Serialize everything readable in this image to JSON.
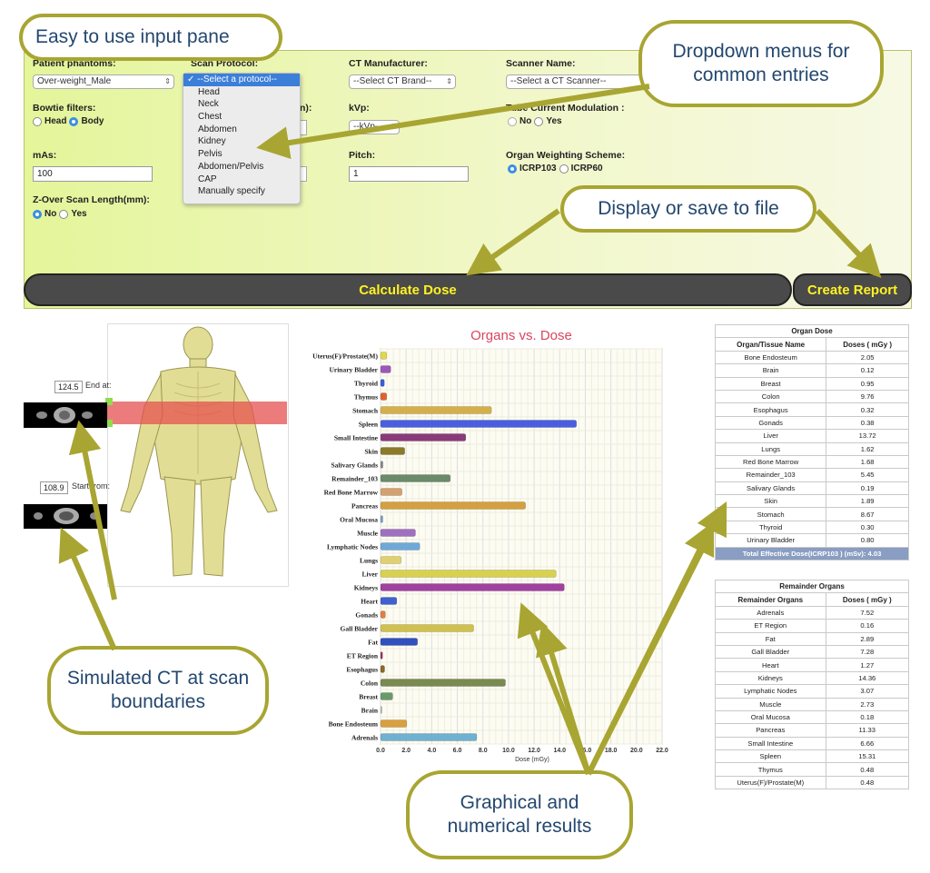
{
  "callouts": {
    "input_pane": "Easy to use input pane",
    "dropdowns": "Dropdown menus for common entries",
    "display_save": "Display or save to file",
    "simulated_ct": "Simulated CT at scan boundaries",
    "results": "Graphical and numerical results"
  },
  "form": {
    "patient_phantoms_label": "Patient phantoms:",
    "patient_phantoms_value": "Over-weight_Male",
    "scan_protocol_label": "Scan Protocol:",
    "protocol_options": [
      "--Select a protocol--",
      "Head",
      "Neck",
      "Chest",
      "Abdomen",
      "Kidney",
      "Pelvis",
      "Abdomen/Pelvis",
      "CAP",
      "Manually specify"
    ],
    "ct_manufacturer_label": "CT Manufacturer:",
    "ct_manufacturer_value": "--Select CT Brand--",
    "scanner_name_label": "Scanner Name:",
    "scanner_name_value": "--Select a CT Scanner--",
    "bowtie_label": "Bowtie filters:",
    "bowtie_head": "Head",
    "bowtie_body": "Body",
    "hidden_label_suffix": "n):",
    "kvp_label": "kVp:",
    "kvp_value": "--kVp--",
    "tcm_label": "Tube Current Modulation :",
    "tcm_no": "No",
    "tcm_yes": "Yes",
    "mas_label": "mAs:",
    "mas_value": "100",
    "pitch_label": "Pitch:",
    "pitch_value": "1",
    "weighting_label": "Organ Weighting Scheme:",
    "weighting_icrp103": "ICRP103",
    "weighting_icrp60": "ICRP60",
    "overscan_label": "Z-Over Scan Length(mm):",
    "overscan_no": "No",
    "overscan_yes": "Yes"
  },
  "actions": {
    "calculate": "Calculate Dose",
    "report": "Create Report"
  },
  "ct_panel": {
    "end_value": "124.5",
    "end_label": "End at:",
    "start_value": "108.9",
    "start_label": "Start from:"
  },
  "chart_data": {
    "type": "bar",
    "title": "Organs vs. Dose",
    "xlabel": "Dose (mGy)",
    "xlim": [
      0,
      22
    ],
    "x_ticks": [
      "0.0",
      "2.0",
      "4.0",
      "6.0",
      "8.0",
      "10.0",
      "12.0",
      "14.0",
      "16.0",
      "18.0",
      "20.0",
      "22.0"
    ],
    "grid": true,
    "orientation": "horizontal",
    "categories": [
      "Uterus(F)/Prostate(M)",
      "Urinary Bladder",
      "Thyroid",
      "Thymus",
      "Stomach",
      "Spleen",
      "Small Intestine",
      "Skin",
      "Salivary Glands",
      "Remainder_103",
      "Red Bone Marrow",
      "Pancreas",
      "Oral Mucosa",
      "Muscle",
      "Lymphatic Nodes",
      "Lungs",
      "Liver",
      "Kidneys",
      "Heart",
      "Gonads",
      "Gall Bladder",
      "Fat",
      "ET Region",
      "Esophagus",
      "Colon",
      "Breast",
      "Brain",
      "Bone Endosteum",
      "Adrenals"
    ],
    "values": [
      0.48,
      0.8,
      0.3,
      0.48,
      8.67,
      15.31,
      6.66,
      1.89,
      0.19,
      5.45,
      1.68,
      11.33,
      0.18,
      2.73,
      3.07,
      1.62,
      13.72,
      14.36,
      1.27,
      0.38,
      7.28,
      2.89,
      0.16,
      0.32,
      9.76,
      0.95,
      0.12,
      2.05,
      7.52
    ],
    "colors": [
      "#e0d84a",
      "#9b59b6",
      "#3b5bd6",
      "#e06030",
      "#d4b04a",
      "#4a5ee0",
      "#8a3a7a",
      "#8a7a2a",
      "#8a8a8a",
      "#6a8a6a",
      "#d4a070",
      "#d4a040",
      "#7aa0c0",
      "#a070c0",
      "#70a8d8",
      "#e0d070",
      "#d8d050",
      "#a040a0",
      "#4060d0",
      "#e08040",
      "#d0c050",
      "#3050c0",
      "#a03060",
      "#8a6a2a",
      "#7a8a50",
      "#6a9a6a",
      "#c0c0c0",
      "#d8a040",
      "#70b0d0"
    ]
  },
  "organ_dose_table": {
    "title": "Organ Dose",
    "col1": "Organ/Tissue Name",
    "col2": "Doses ( mGy )",
    "rows": [
      [
        "Bone Endosteum",
        "2.05"
      ],
      [
        "Brain",
        "0.12"
      ],
      [
        "Breast",
        "0.95"
      ],
      [
        "Colon",
        "9.76"
      ],
      [
        "Esophagus",
        "0.32"
      ],
      [
        "Gonads",
        "0.38"
      ],
      [
        "Liver",
        "13.72"
      ],
      [
        "Lungs",
        "1.62"
      ],
      [
        "Red Bone Marrow",
        "1.68"
      ],
      [
        "Remainder_103",
        "5.45"
      ],
      [
        "Salivary Glands",
        "0.19"
      ],
      [
        "Skin",
        "1.89"
      ],
      [
        "Stomach",
        "8.67"
      ],
      [
        "Thyroid",
        "0.30"
      ],
      [
        "Urinary Bladder",
        "0.80"
      ]
    ],
    "total": "Total Effective Dose(ICRP103 ) (mSv): 4.03"
  },
  "remainder_table": {
    "title": "Remainder Organs",
    "col1": "Remainder Organs",
    "col2": "Doses ( mGy )",
    "rows": [
      [
        "Adrenals",
        "7.52"
      ],
      [
        "ET Region",
        "0.16"
      ],
      [
        "Fat",
        "2.89"
      ],
      [
        "Gall Bladder",
        "7.28"
      ],
      [
        "Heart",
        "1.27"
      ],
      [
        "Kidneys",
        "14.36"
      ],
      [
        "Lymphatic Nodes",
        "3.07"
      ],
      [
        "Muscle",
        "2.73"
      ],
      [
        "Oral Mucosa",
        "0.18"
      ],
      [
        "Pancreas",
        "11.33"
      ],
      [
        "Small Intestine",
        "6.66"
      ],
      [
        "Spleen",
        "15.31"
      ],
      [
        "Thymus",
        "0.48"
      ],
      [
        "Uterus(F)/Prostate(M)",
        "0.48"
      ]
    ]
  }
}
